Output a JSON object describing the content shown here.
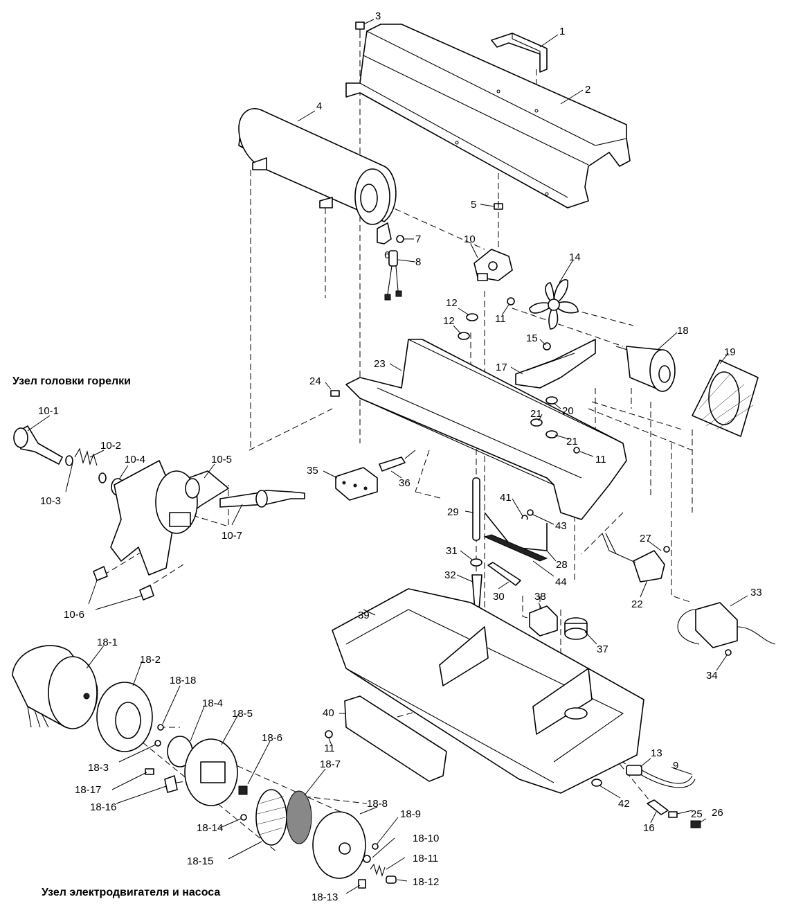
{
  "headings": {
    "burner_head": "Узел головки горелки",
    "motor_pump": "Узел электродвигателя и насоса"
  },
  "labels": [
    {
      "key": "p1",
      "text": "1"
    },
    {
      "key": "p2",
      "text": "2"
    },
    {
      "key": "p3",
      "text": "3"
    },
    {
      "key": "p4",
      "text": "4"
    },
    {
      "key": "p5",
      "text": "5"
    },
    {
      "key": "p6",
      "text": "6"
    },
    {
      "key": "p7",
      "text": "7"
    },
    {
      "key": "p8",
      "text": "8"
    },
    {
      "key": "p9",
      "text": "9"
    },
    {
      "key": "p10",
      "text": "10"
    },
    {
      "key": "p11a",
      "text": "11"
    },
    {
      "key": "p11b",
      "text": "11"
    },
    {
      "key": "p11c",
      "text": "11"
    },
    {
      "key": "p12a",
      "text": "12"
    },
    {
      "key": "p12b",
      "text": "12"
    },
    {
      "key": "p13",
      "text": "13"
    },
    {
      "key": "p14",
      "text": "14"
    },
    {
      "key": "p15",
      "text": "15"
    },
    {
      "key": "p16",
      "text": "16"
    },
    {
      "key": "p17",
      "text": "17"
    },
    {
      "key": "p18",
      "text": "18"
    },
    {
      "key": "p19",
      "text": "19"
    },
    {
      "key": "p20",
      "text": "20"
    },
    {
      "key": "p21a",
      "text": "21"
    },
    {
      "key": "p21b",
      "text": "21"
    },
    {
      "key": "p22",
      "text": "22"
    },
    {
      "key": "p23",
      "text": "23"
    },
    {
      "key": "p24",
      "text": "24"
    },
    {
      "key": "p25",
      "text": "25"
    },
    {
      "key": "p26",
      "text": "26"
    },
    {
      "key": "p27",
      "text": "27"
    },
    {
      "key": "p28",
      "text": "28"
    },
    {
      "key": "p29",
      "text": "29"
    },
    {
      "key": "p30",
      "text": "30"
    },
    {
      "key": "p31",
      "text": "31"
    },
    {
      "key": "p32",
      "text": "32"
    },
    {
      "key": "p33",
      "text": "33"
    },
    {
      "key": "p34",
      "text": "34"
    },
    {
      "key": "p35",
      "text": "35"
    },
    {
      "key": "p36",
      "text": "36"
    },
    {
      "key": "p37",
      "text": "37"
    },
    {
      "key": "p38",
      "text": "38"
    },
    {
      "key": "p39",
      "text": "39"
    },
    {
      "key": "p40",
      "text": "40"
    },
    {
      "key": "p41",
      "text": "41"
    },
    {
      "key": "p42",
      "text": "42"
    },
    {
      "key": "p43",
      "text": "43"
    },
    {
      "key": "p44",
      "text": "44"
    },
    {
      "key": "p10_1",
      "text": "10-1"
    },
    {
      "key": "p10_2",
      "text": "10-2"
    },
    {
      "key": "p10_3",
      "text": "10-3"
    },
    {
      "key": "p10_4",
      "text": "10-4"
    },
    {
      "key": "p10_5",
      "text": "10-5"
    },
    {
      "key": "p10_6",
      "text": "10-6"
    },
    {
      "key": "p10_7",
      "text": "10-7"
    },
    {
      "key": "p18_1",
      "text": "18-1"
    },
    {
      "key": "p18_2",
      "text": "18-2"
    },
    {
      "key": "p18_3",
      "text": "18-3"
    },
    {
      "key": "p18_4",
      "text": "18-4"
    },
    {
      "key": "p18_5",
      "text": "18-5"
    },
    {
      "key": "p18_6",
      "text": "18-6"
    },
    {
      "key": "p18_7",
      "text": "18-7"
    },
    {
      "key": "p18_8",
      "text": "18-8"
    },
    {
      "key": "p18_9",
      "text": "18-9"
    },
    {
      "key": "p18_10",
      "text": "18-10"
    },
    {
      "key": "p18_11",
      "text": "18-11"
    },
    {
      "key": "p18_12",
      "text": "18-12"
    },
    {
      "key": "p18_13",
      "text": "18-13"
    },
    {
      "key": "p18_14",
      "text": "18-14"
    },
    {
      "key": "p18_15",
      "text": "18-15"
    },
    {
      "key": "p18_16",
      "text": "18-16"
    },
    {
      "key": "p18_17",
      "text": "18-17"
    },
    {
      "key": "p18_18",
      "text": "18-18"
    }
  ]
}
